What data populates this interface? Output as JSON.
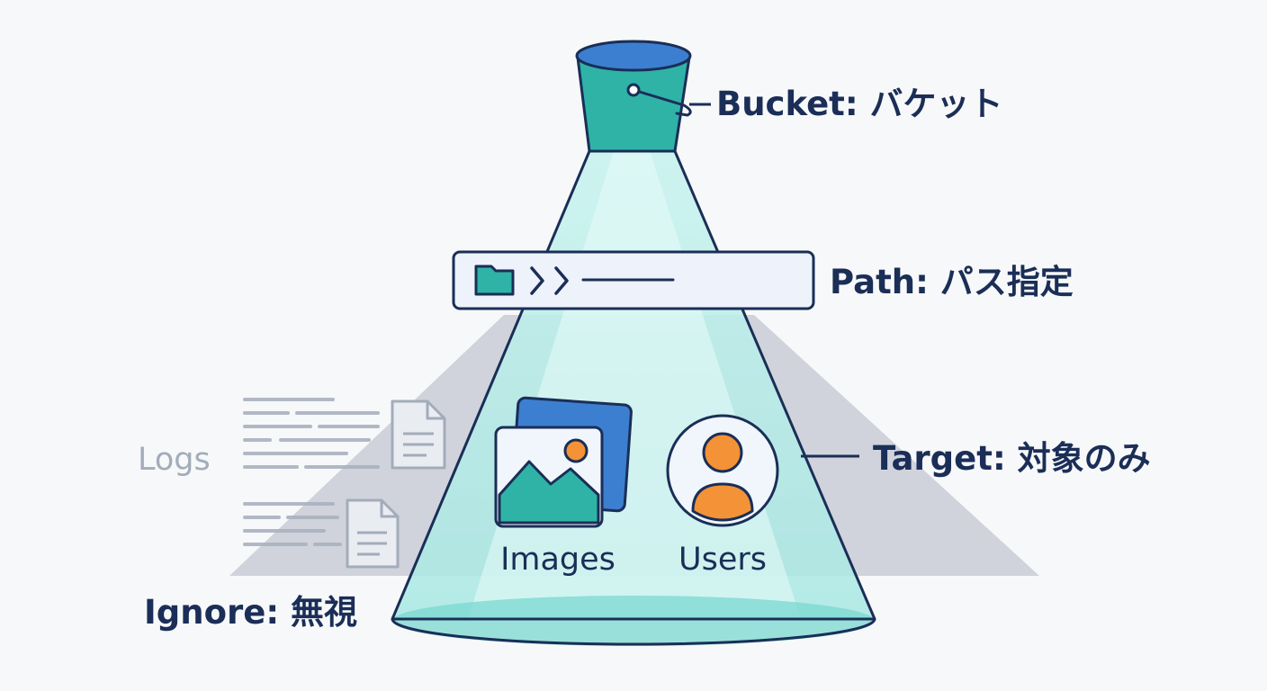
{
  "labels": {
    "bucket": "Bucket: バケット",
    "path": "Path: パス指定",
    "target": "Target: 対象のみ",
    "ignore": "Ignore: 無視",
    "logs": "Logs"
  },
  "items": {
    "images": "Images",
    "users": "Users"
  },
  "colors": {
    "navy": "#1a2e57",
    "teal": "#2fb9ad",
    "blue": "#3f7fcf",
    "orange": "#f39237",
    "beam": "#bff0ec",
    "shadow": "#c9cdd6",
    "muted": "#a3acbb"
  },
  "icons": [
    "bucket-icon",
    "folder-icon",
    "chevron-right-icon",
    "image-icon",
    "user-icon",
    "document-icon"
  ]
}
